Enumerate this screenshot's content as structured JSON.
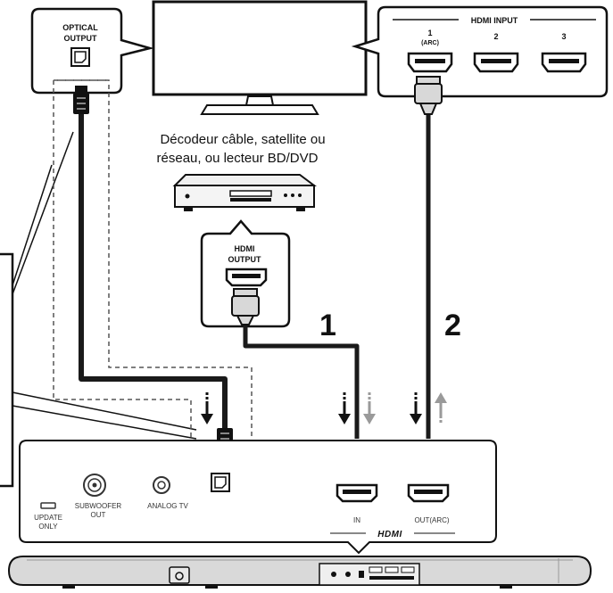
{
  "tv": {
    "optical_label_line1": "OPTICAL",
    "optical_label_line2": "OUTPUT",
    "hdmi_input_title": "HDMI INPUT",
    "hdmi_ports": [
      {
        "number": "1",
        "note": "(ARC)"
      },
      {
        "number": "2",
        "note": ""
      },
      {
        "number": "3",
        "note": ""
      }
    ]
  },
  "source_device": {
    "description_line1": "Décodeur câble, satellite ou",
    "description_line2": "réseau, ou lecteur BD/DVD",
    "hdmi_label_line1": "HDMI",
    "hdmi_label_line2": "OUTPUT"
  },
  "steps": {
    "step1": "1",
    "step2": "2"
  },
  "soundbar_panel": {
    "update_line1": "UPDATE",
    "update_line2": "ONLY",
    "subwoofer_line1": "SUBWOOFER",
    "subwoofer_line2": "OUT",
    "analog_tv": "ANALOG TV",
    "hdmi_in": "IN",
    "hdmi_out": "OUT(ARC)",
    "hdmi_logo": "HDMI"
  },
  "colors": {
    "line": "#111111",
    "cable_dark": "#1a1a1a",
    "cable_grey": "#d8d8d8",
    "arrow_grey": "#9a9a9a",
    "soundbar": "#d9d9d9"
  }
}
